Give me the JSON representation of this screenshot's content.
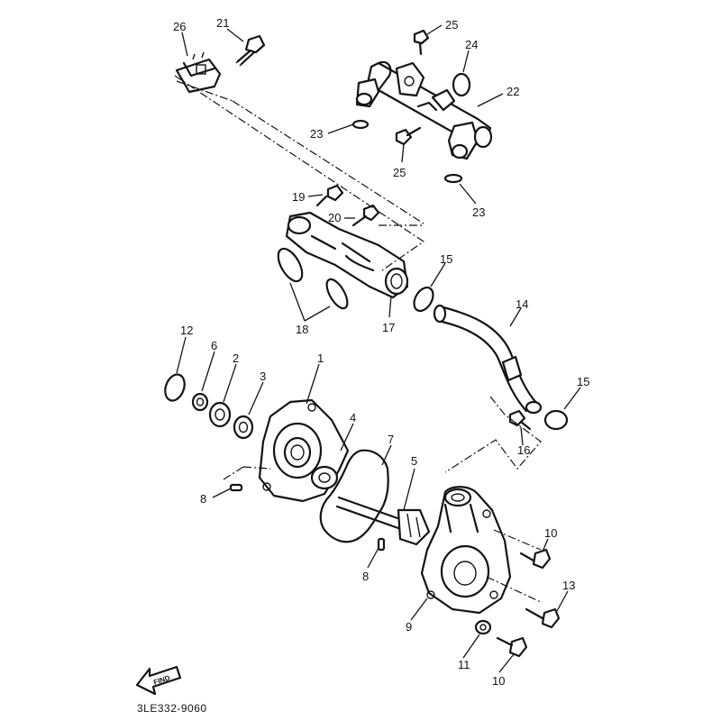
{
  "diagram": {
    "labels": {
      "p26": "26",
      "p21": "21",
      "p25a": "25",
      "p24": "24",
      "p22": "22",
      "p23a": "23",
      "p25b": "25",
      "p23b": "23",
      "p19": "19",
      "p20": "20",
      "p15a": "15",
      "p14": "14",
      "p18": "18",
      "p17": "17",
      "p12": "12",
      "p6": "6",
      "p2": "2",
      "p1": "1",
      "p3": "3",
      "p15b": "15",
      "p4": "4",
      "p7": "7",
      "p16": "16",
      "p5": "5",
      "p8a": "8",
      "p10a": "10",
      "p8b": "8",
      "p13": "13",
      "p9": "9",
      "p11": "11",
      "p10b": "10"
    },
    "find_label": "FIND",
    "catalog_code": "3LE332-9060"
  }
}
